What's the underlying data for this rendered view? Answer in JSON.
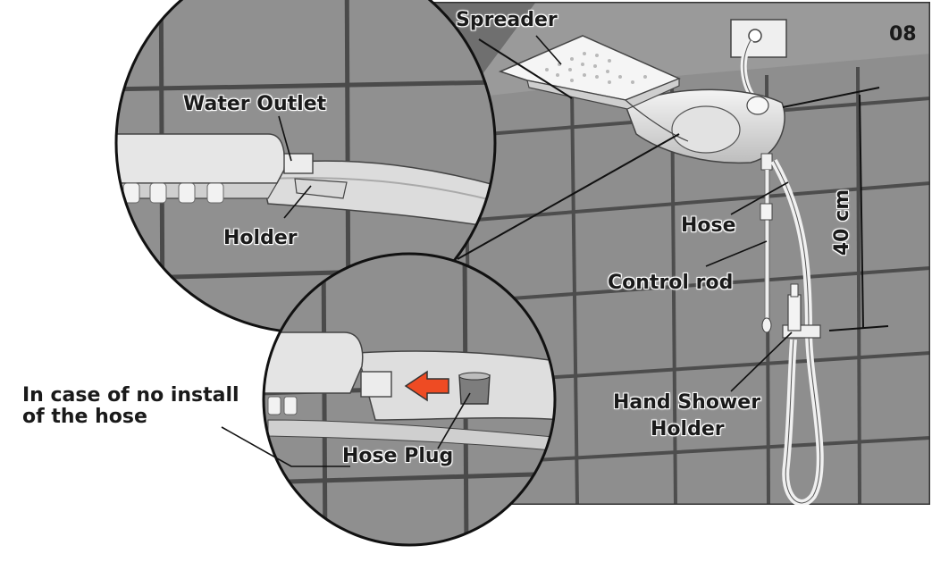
{
  "figure_number": "08",
  "labels": {
    "spreader": "Spreader",
    "water_outlet": "Water Outlet",
    "holder": "Holder",
    "hose": "Hose",
    "control_rod": "Control rod",
    "hand_shower_holder_line1": "Hand Shower",
    "hand_shower_holder_line2": "Holder",
    "hose_plug": "Hose Plug",
    "no_install_line1": "In case of no install",
    "no_install_line2": "of the hose"
  },
  "dimension": {
    "value": "40 cm"
  },
  "colors": {
    "tile": "#8f8f8f",
    "tile_dark": "#7a7a7a",
    "grout": "#4d4d4d",
    "fixture": "#e8e8e8",
    "arrow": "#ee4b23"
  }
}
